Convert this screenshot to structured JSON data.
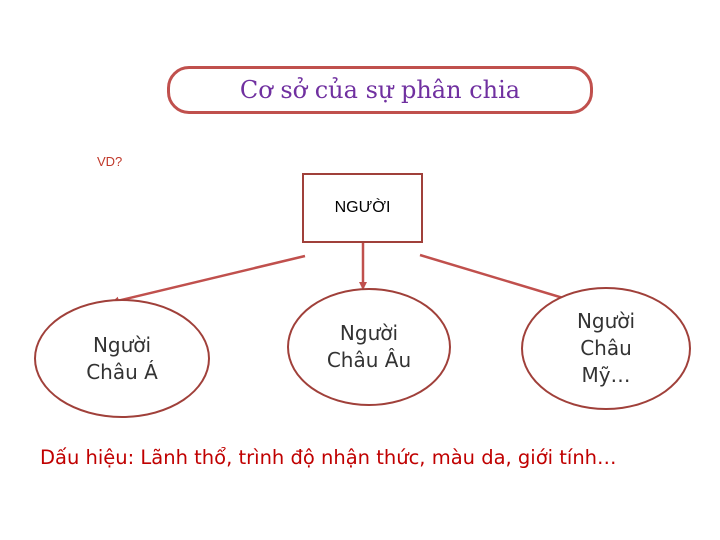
{
  "title": "Cơ sở của sự phân chia",
  "vd_label": "VD?",
  "root": "NGƯỜI",
  "children": [
    {
      "label": "Người\nChâu Á"
    },
    {
      "label": "Người\nChâu Âu"
    },
    {
      "label": "Người\nChâu\nMỹ…"
    }
  ],
  "signs": "Dấu hiệu: Lãnh thổ, trình độ nhận thức, màu da, giới tính…",
  "colors": {
    "title_text": "#7030a0",
    "box_border": "#c0504d",
    "arrow": "#c0504d",
    "signs_text": "#c00000"
  }
}
